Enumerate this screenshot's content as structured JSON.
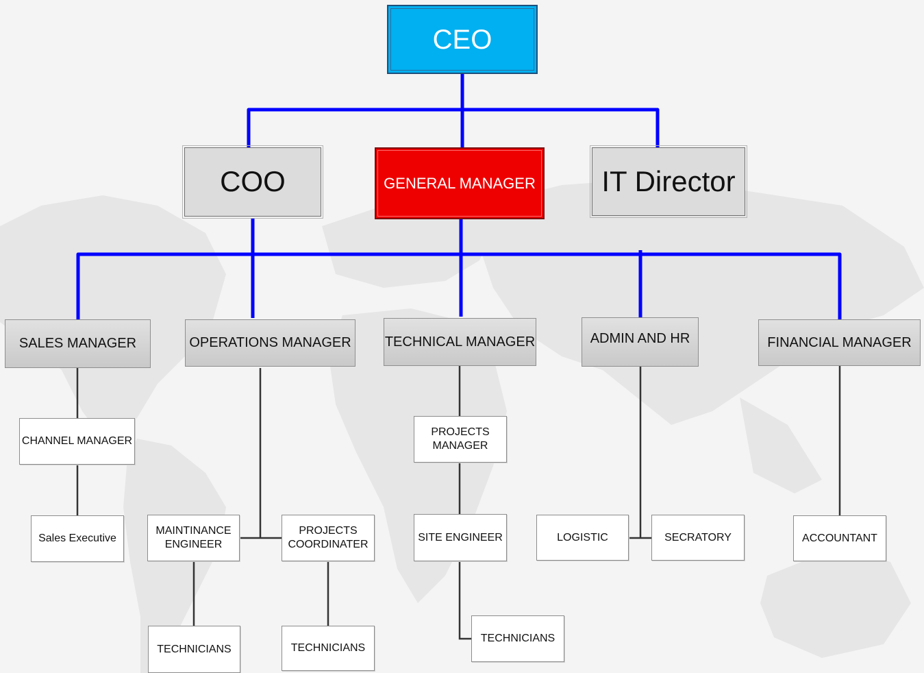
{
  "ceo": "CEO",
  "coo": "COO",
  "general_manager": "GENERAL MANAGER",
  "it_director": "IT Director",
  "managers": {
    "sales": "SALES MANAGER",
    "operations": "OPERATIONS MANAGER",
    "technical": "TECHNICAL MANAGER",
    "admin_hr": "ADMIN AND HR",
    "financial": "FINANCIAL MANAGER"
  },
  "sales_branch": {
    "channel_manager": "CHANNEL MANAGER",
    "sales_executive": "Sales Executive"
  },
  "operations_branch": {
    "maintenance_engineer": "MAINTINANCE ENGINEER",
    "projects_coordinator": "PROJECTS COORDINATER",
    "technicians_left": "TECHNICIANS",
    "technicians_right": "TECHNICIANS"
  },
  "technical_branch": {
    "projects_manager": "PROJECTS MANAGER",
    "site_engineer": "SITE ENGINEER",
    "technicians": "TECHNICIANS"
  },
  "admin_branch": {
    "logistic": "LOGISTIC",
    "secretary": "SECRATORY"
  },
  "financial_branch": {
    "accountant": "ACCOUNTANT"
  },
  "colors": {
    "ceo_fill": "#00b0f0",
    "general_manager_fill": "#ee0000",
    "top_connector": "#0000ff",
    "sub_connector": "#333333"
  }
}
